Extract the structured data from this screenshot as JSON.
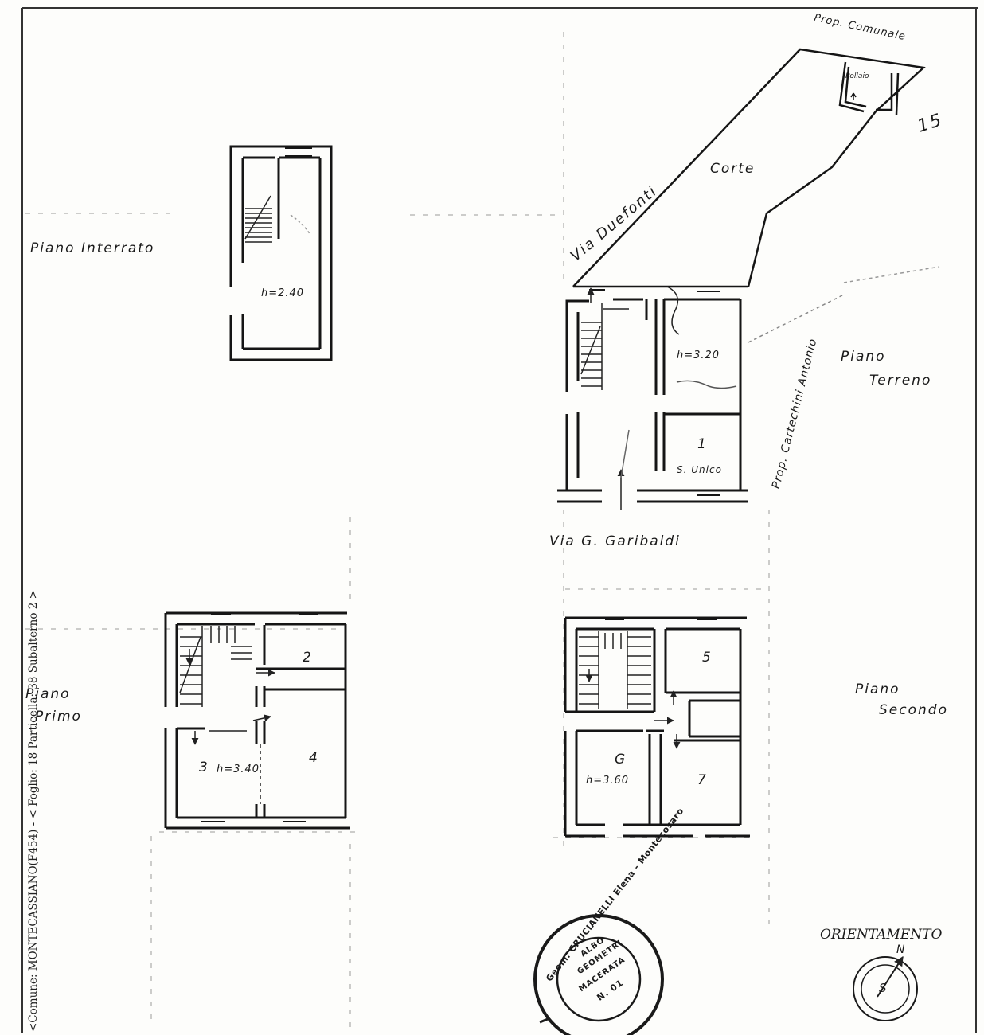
{
  "margin_note": "<Comune: MONTECASSIANO(F454) - < Foglio: 18 Particella: 38 Subalterno 2 >",
  "site": {
    "prop_comunale": "Prop. Comunale",
    "pollaio": "Pollaio",
    "corner_number": "15",
    "corte": "Corte",
    "via_duefonti": "Via Duefonti",
    "prop_cartechini": "Prop. Cartechini Antonio",
    "via_garibaldi": "Via G. Garibaldi"
  },
  "floors": {
    "interrato": {
      "label_line1": "Piano Interrato",
      "height": "h=2.40"
    },
    "terreno": {
      "label_line1": "Piano",
      "label_line2": "Terreno",
      "height": "h=3.20",
      "room_1": "1",
      "room_1_note": "S. Unico"
    },
    "primo": {
      "label_line1": "Piano",
      "label_line2": "Primo",
      "height": "h=3.40",
      "room_2": "2",
      "room_3": "3",
      "room_4": "4"
    },
    "secondo": {
      "label_line1": "Piano",
      "label_line2": "Secondo",
      "height": "h=3.60",
      "room_5": "5",
      "room_6": "G",
      "room_7": "7"
    }
  },
  "stamp": {
    "outer_text": "Geom. CRUCIANELLI Elena - Montecosaro",
    "inner_line1": "ALBO",
    "inner_line2": "GEOMETRI",
    "inner_line3": "MACERATA",
    "inner_line4": "N. 01"
  },
  "orientation": {
    "title": "ORIENTAMENTO",
    "north_letter": "N",
    "compass_mark": "S"
  }
}
